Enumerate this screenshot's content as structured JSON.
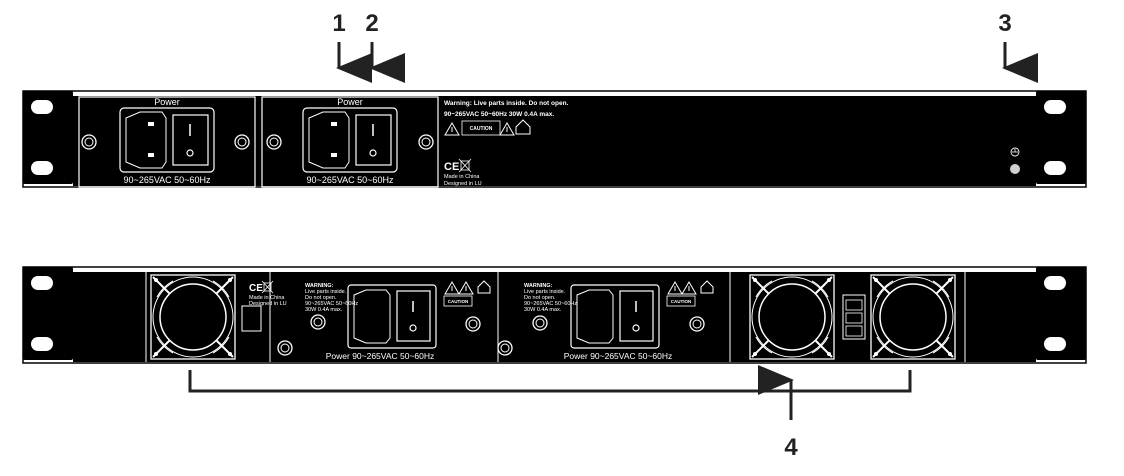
{
  "callouts": {
    "c1": "1",
    "c2": "2",
    "c3": "3",
    "c4": "4"
  },
  "top_unit": {
    "psu1": {
      "title": "Power",
      "rating": "90~265VAC 50~60Hz"
    },
    "psu2": {
      "title": "Power",
      "rating": "90~265VAC 50~60Hz"
    },
    "label": {
      "warning": "Warning: Live parts inside. Do not open.",
      "spec": "90~265VAC 50~60Hz  30W 0.4A max.",
      "caution": "CAUTION",
      "ce": "CE",
      "made_in": "Made in China",
      "designed_in": "Designed in LU"
    }
  },
  "bottom_unit": {
    "label": {
      "ce": "CE",
      "made_in": "Made in China",
      "designed_in": "Designed in LU"
    },
    "psu1": {
      "rating": "Power 90~265VAC 50~60Hz",
      "warning_title": "WARNING:",
      "warning_line1": "Live parts inside.",
      "warning_line2": "Do not open.",
      "warning_spec": "90~265VAC 50~60Hz",
      "warning_power": "30W 0.4A max.",
      "caution": "CAUTION"
    },
    "psu2": {
      "rating": "Power 90~265VAC 50~60Hz",
      "warning_title": "WARNING:",
      "warning_line1": "Live parts inside.",
      "warning_line2": "Do not open.",
      "warning_spec": "90~265VAC 50~60Hz",
      "warning_power": "30W 0.4A max.",
      "caution": "CAUTION"
    }
  },
  "colors": {
    "panel": "#000000",
    "ink": "#222222",
    "line": "#ffffff"
  }
}
